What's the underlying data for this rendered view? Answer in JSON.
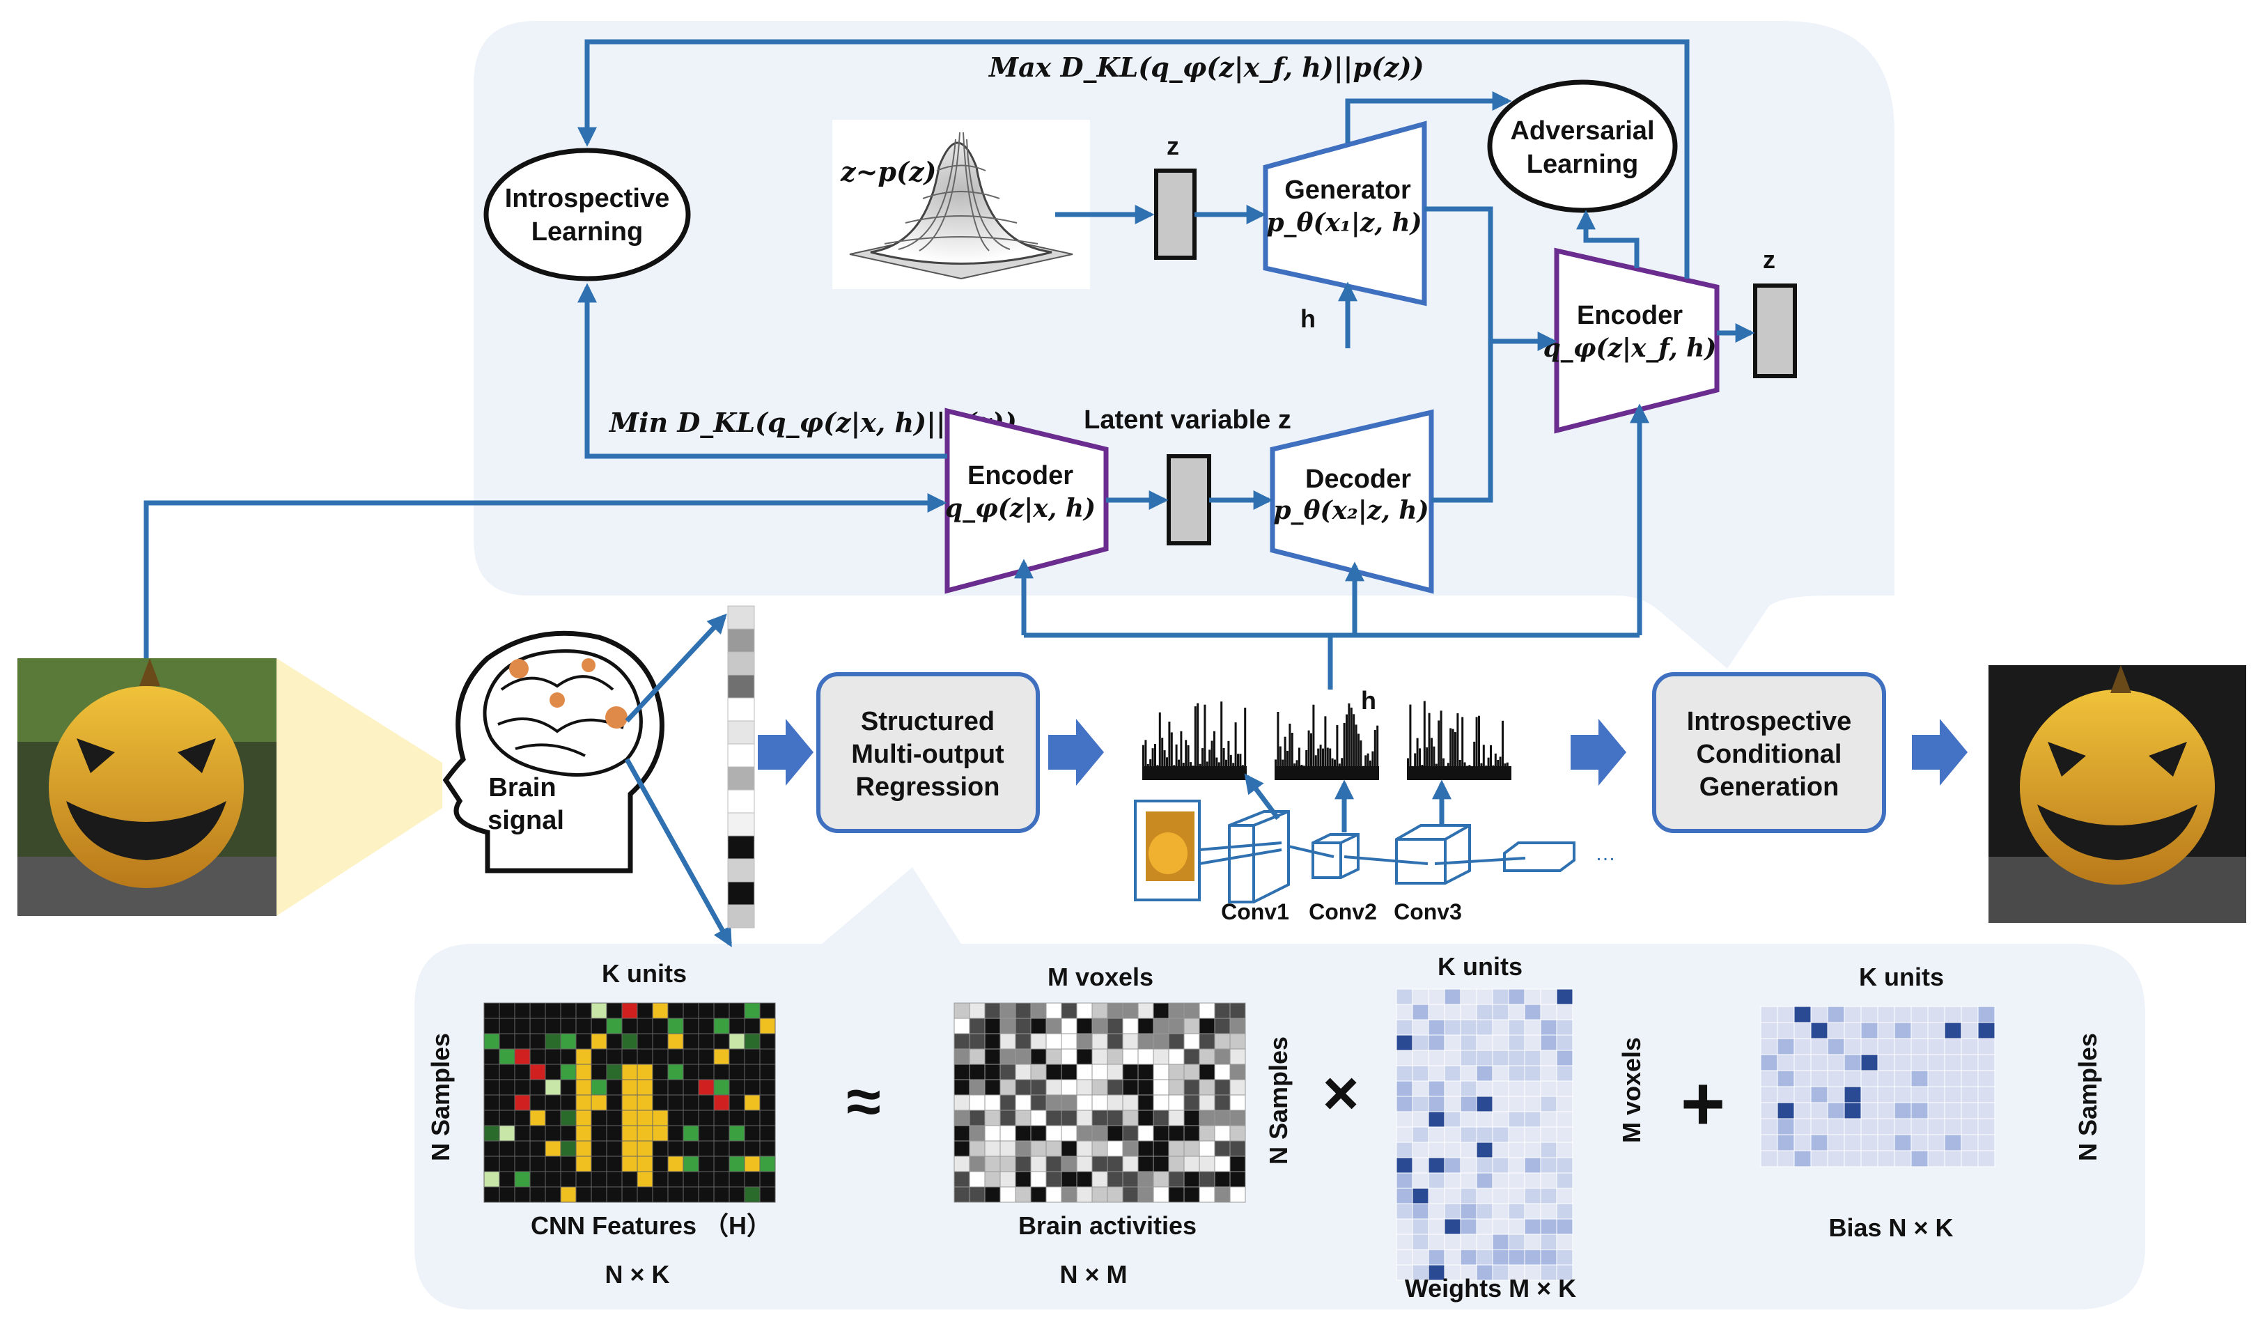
{
  "top_panel": {
    "max_kl": "Max D_KL(q_φ(z|x_f, h)||p(z))",
    "min_kl": "Min D_KL(q_φ(z|x, h)||p(z))",
    "introspective_label_1": "Introspective",
    "introspective_label_2": "Learning",
    "adversarial_label_1": "Adversarial",
    "adversarial_label_2": "Learning",
    "prior_label": "z~p(z)",
    "z_label_1": "z",
    "z_label_2": "z",
    "latent_label": "Latent variable z",
    "h_label_1": "h",
    "h_label_2": "h",
    "generator_title": "Generator",
    "generator_formula": "p_θ(x₁|z, h)",
    "encoder_top_title": "Encoder",
    "encoder_top_formula": "q_φ(z|x_f, h)",
    "encoder_bottom_title": "Encoder",
    "encoder_bottom_formula": "q_φ(z|x, h)",
    "decoder_title": "Decoder",
    "decoder_formula": "p_θ(x₂|z, h)"
  },
  "middle_row": {
    "brain_label_1": "Brain",
    "brain_label_2": "signal",
    "smr_1": "Structured",
    "smr_2": "Multi-output",
    "smr_3": "Regression",
    "icg_1": "Introspective",
    "icg_2": "Conditional",
    "icg_3": "Generation",
    "conv1": "Conv1",
    "conv2": "Conv2",
    "conv3": "Conv3"
  },
  "bottom_panel": {
    "cnn_top": "K units",
    "cnn_side": "N Samples",
    "cnn_bottom": "CNN Features （H）",
    "cnn_dim": "N × K",
    "approx_symbol": "≈",
    "brain_top": "M voxels",
    "brain_side": "N Samples",
    "brain_bottom": "Brain activities",
    "brain_dim": "N × M",
    "times_symbol": "×",
    "weights_top": "K units",
    "weights_side": "M voxels",
    "weights_bottom": "Weights M × K",
    "plus_symbol": "+",
    "bias_top": "K units",
    "bias_side": "N Samples",
    "bias_bottom": "Bias N × K"
  },
  "colors": {
    "arrow_blue": "#2e70b0",
    "panel_fill": "#eef3fa",
    "encoder_border": "#6a2d8f",
    "module_border": "#3f6fbf",
    "box_fill": "#e8e8e8"
  }
}
